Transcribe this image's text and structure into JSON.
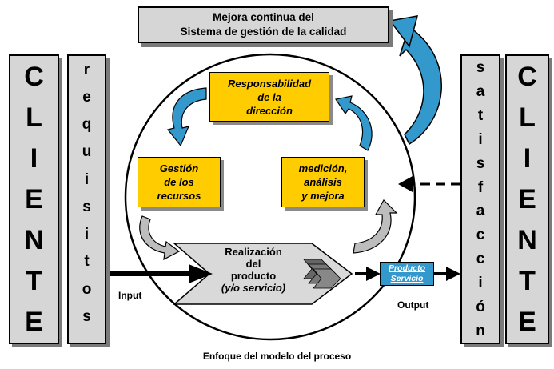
{
  "top_box": {
    "line1": "Mejora continua del",
    "line2": "Sistema de gestión de la calidad"
  },
  "client_left": [
    "C",
    "L",
    "I",
    "E",
    "N",
    "T",
    "E"
  ],
  "requirements": [
    "r",
    "e",
    "q",
    "u",
    "i",
    "s",
    "i",
    "t",
    "o",
    "s",
    ""
  ],
  "satisfaction": [
    "s",
    "a",
    "t",
    "i",
    "s",
    "f",
    "a",
    "c",
    "c",
    "i",
    "ó",
    "n"
  ],
  "client_right": [
    "C",
    "L",
    "I",
    "E",
    "N",
    "T",
    "E"
  ],
  "responsibility": {
    "line1": "Responsabilidad",
    "line2": "de la",
    "line3": "dirección"
  },
  "resources": {
    "line1": "Gestión",
    "line2": "de los",
    "line3": "recursos"
  },
  "measurement": {
    "line1": "medición,",
    "line2": "análisis",
    "line3": "y mejora"
  },
  "realization": {
    "line1": "Realización",
    "line2": "del",
    "line3": "producto",
    "line4": "(y/o servicio)"
  },
  "product_box": {
    "line1": "Producto",
    "line2": "Servicio"
  },
  "labels": {
    "input": "Input",
    "output": "Output"
  },
  "caption": "Enfoque del modelo del proceso",
  "colors": {
    "gray_box": "#d6d6d6",
    "yellow_box": "#ffcc00",
    "blue_arrow": "#3399cc",
    "gray_arrow": "#bdbdbd"
  }
}
